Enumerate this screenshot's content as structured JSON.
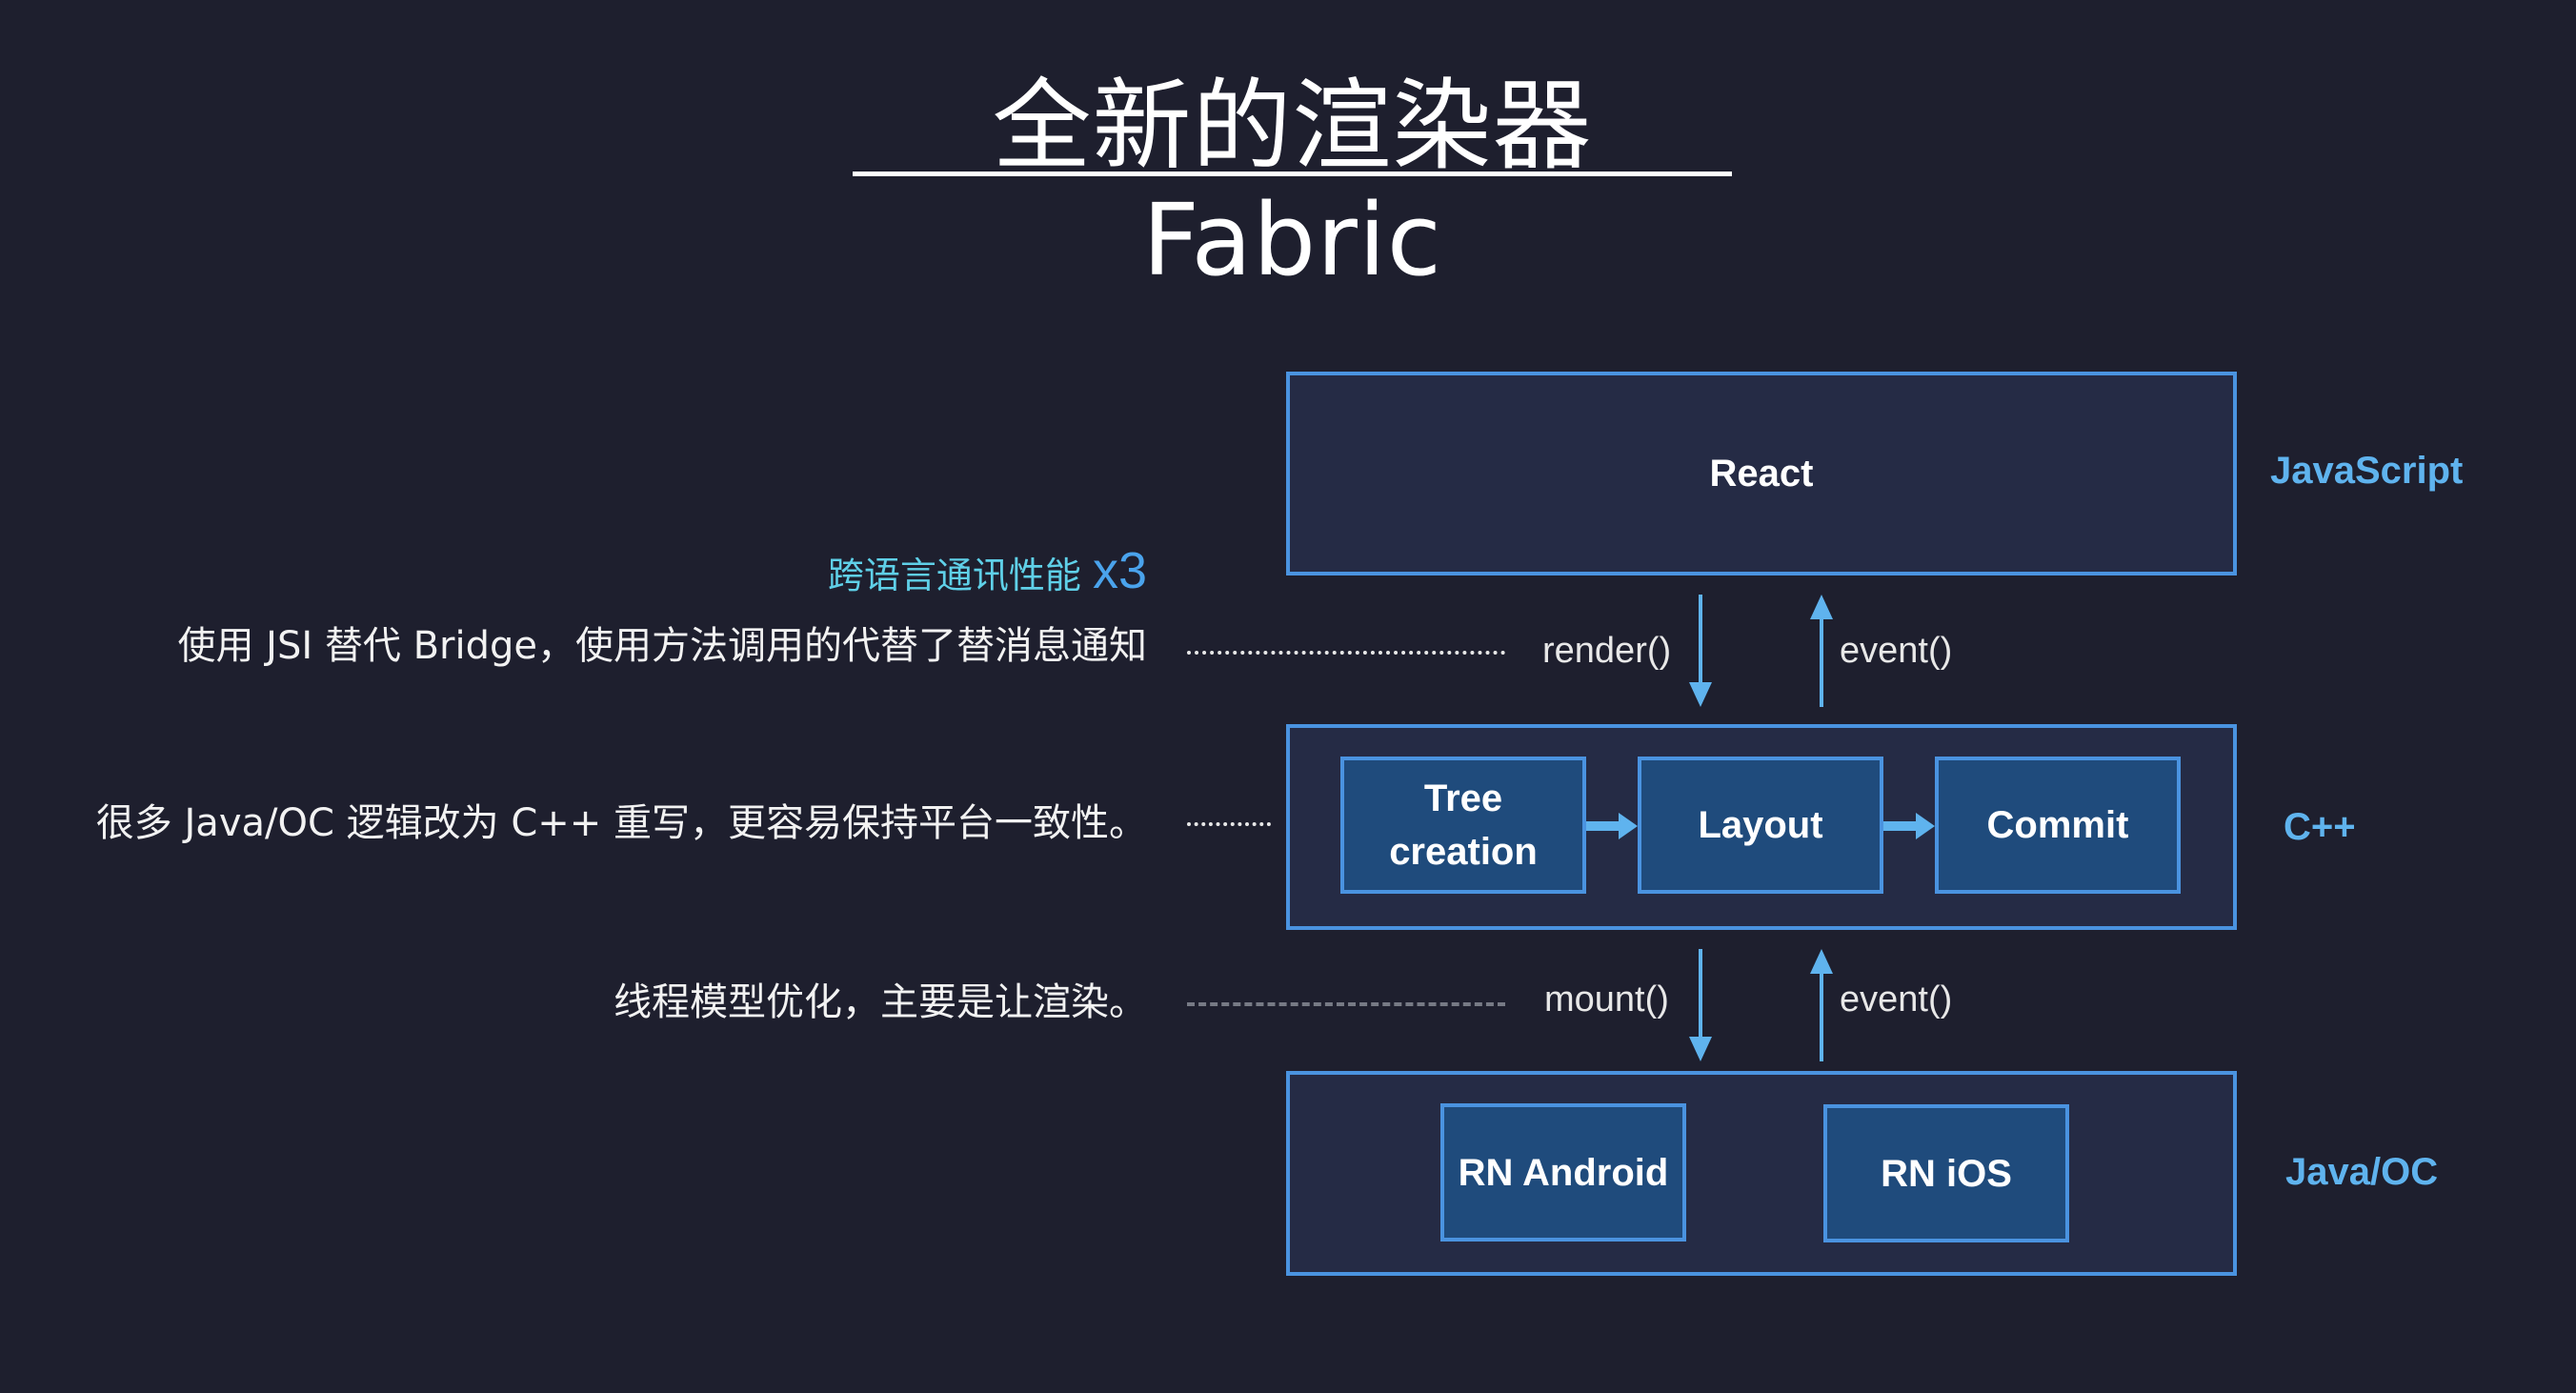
{
  "title": "全新的渲染器 Fabric",
  "annotations": {
    "performance": {
      "label": "跨语言通讯性能",
      "multiplier": "x3"
    },
    "jsi_note": "使用 JSI 替代  Bridge，使用方法调用的代替了替消息通知",
    "cpp_note": "很多 Java/OC 逻辑改为 C++ 重写，更容易保持平台一致性。",
    "thread_note": "线程模型优化，主要是让渲染。"
  },
  "layers": {
    "javascript": {
      "label": "JavaScript",
      "box": "React"
    },
    "cpp": {
      "label": "C++",
      "steps": [
        "Tree\ncreation",
        "Layout",
        "Commit"
      ]
    },
    "native": {
      "label": "Java/OC",
      "platforms": [
        "RN Android",
        "RN iOS"
      ]
    }
  },
  "calls": {
    "js_to_cpp_down": "render()",
    "js_to_cpp_up": "event()",
    "cpp_to_native_down": "mount()",
    "cpp_to_native_up": "event()"
  },
  "colors": {
    "background": "#1e1f2e",
    "accent": "#4a93e0",
    "label_blue": "#5fb3ee",
    "performance_cyan": "#5fd0e8"
  }
}
